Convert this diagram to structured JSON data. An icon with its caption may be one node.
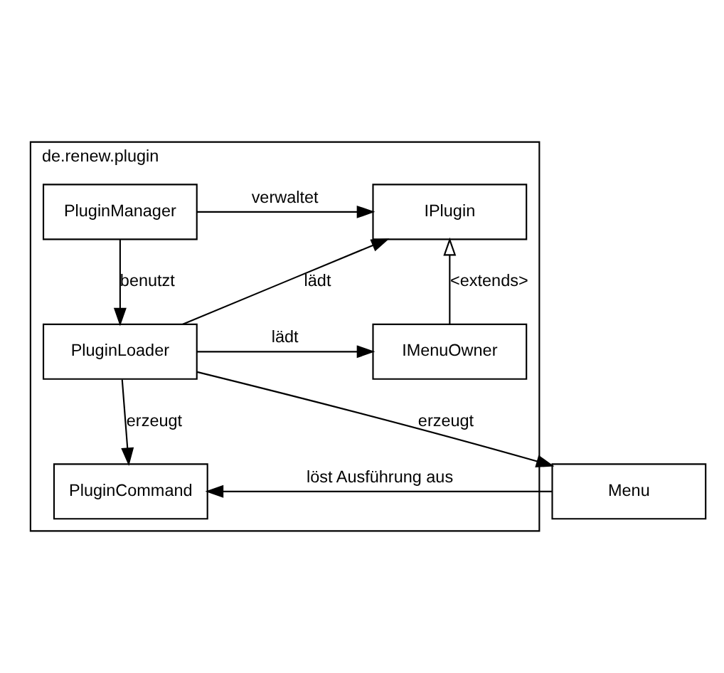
{
  "diagram": {
    "nodes": [
      {
        "text": [
          "de.renew.plugin"
        ]
      },
      {
        "text": [
          "PluginManager"
        ],
        "in": 0
      },
      {
        "text": [
          "IPlugin"
        ],
        "in": 0
      },
      {
        "text": [
          "PluginLoader"
        ],
        "in": 0
      },
      {
        "text": [
          "IMenuOwner"
        ],
        "in": 0
      },
      {
        "text": [
          "PluginCommand"
        ],
        "in": 0
      },
      {
        "text": [
          "Menu"
        ]
      }
    ],
    "edges": [
      {
        "from": 1,
        "to": 2,
        "arrow": "to",
        "label": "verwaltet"
      },
      {
        "from": 1,
        "to": 3,
        "arrow": "to",
        "label": "benutzt"
      },
      {
        "from": 3,
        "to": 2,
        "arrow": "to",
        "label": "lädt"
      },
      {
        "from": 4,
        "to": 2,
        "arrow": "to",
        "label": "<extends>"
      },
      {
        "from": 3,
        "to": 4,
        "arrow": "to",
        "label": "lädt"
      },
      {
        "from": 3,
        "to": 5,
        "arrow": "to",
        "label": "erzeugt"
      },
      {
        "from": 3,
        "to": 6,
        "arrow": "to",
        "label": "erzeugt"
      },
      {
        "from": 6,
        "to": 5,
        "arrow": "to",
        "label": "löst Ausführung aus"
      }
    ]
  }
}
